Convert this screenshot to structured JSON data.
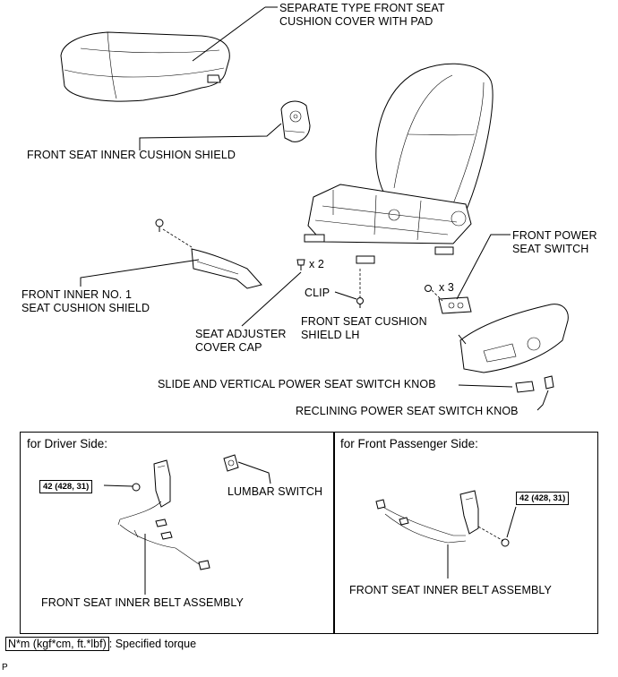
{
  "labels": {
    "cushion_cover_1": "SEPARATE TYPE FRONT SEAT",
    "cushion_cover_2": "CUSHION COVER WITH PAD",
    "inner_cushion_shield": "FRONT SEAT INNER CUSHION SHIELD",
    "power_switch_1": "FRONT POWER",
    "power_switch_2": "SEAT SWITCH",
    "x2": "x 2",
    "x3": "x 3",
    "inner_no1_1": "FRONT INNER NO. 1",
    "inner_no1_2": "SEAT CUSHION SHIELD",
    "clip": "CLIP",
    "shield_lh_1": "FRONT SEAT CUSHION",
    "shield_lh_2": "SHIELD LH",
    "adjuster_cap_1": "SEAT ADJUSTER",
    "adjuster_cap_2": "COVER CAP",
    "slide_knob": "SLIDE AND VERTICAL POWER SEAT SWITCH KNOB",
    "recline_knob": "RECLINING POWER SEAT SWITCH KNOB"
  },
  "driver_panel": {
    "title": "for Driver Side:",
    "torque": "42 (428, 31)",
    "lumbar": "LUMBAR SWITCH",
    "belt": "FRONT SEAT INNER BELT ASSEMBLY"
  },
  "passenger_panel": {
    "title": "for Front Passenger Side:",
    "torque": "42 (428, 31)",
    "belt": "FRONT SEAT INNER BELT ASSEMBLY"
  },
  "legend": {
    "unit": "N*m (kgf*cm, ft.*lbf)",
    "text": ": Specified torque"
  },
  "footer_code": "P"
}
